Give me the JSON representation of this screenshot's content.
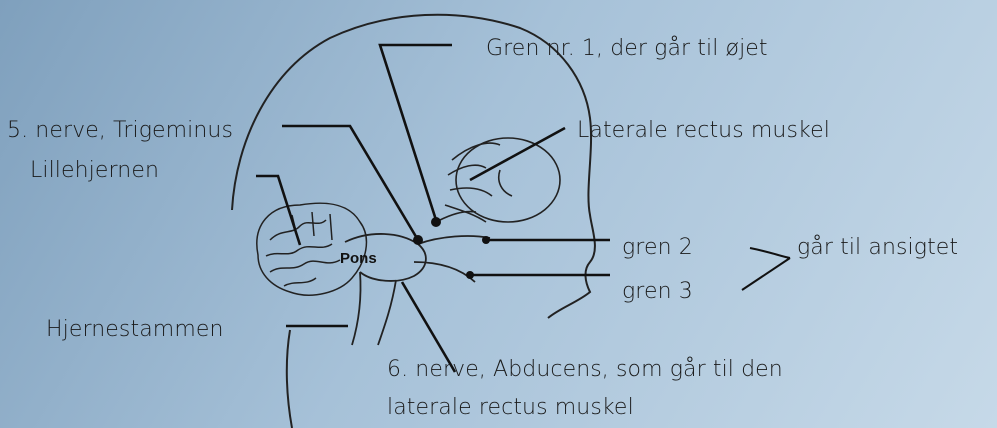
{
  "labels": {
    "branch1": "Gren nr. 1, der går til øjet",
    "trigeminus": "5. nerve, Trigeminus",
    "cerebellum": "Lillehjernen",
    "lateral_rectus": "Laterale rectus muskel",
    "branch2": "gren 2",
    "branch3": "gren 3",
    "to_face": "går til ansigtet",
    "brainstem": "Hjernestammen",
    "abducens_line1": "6. nerve, Abducens, som går til den",
    "abducens_line2": "laterale rectus muskel",
    "pons": "Pons"
  },
  "colors": {
    "line": "#111111",
    "background_start": "#7fa0bd",
    "background_end": "#c6d9e8"
  }
}
